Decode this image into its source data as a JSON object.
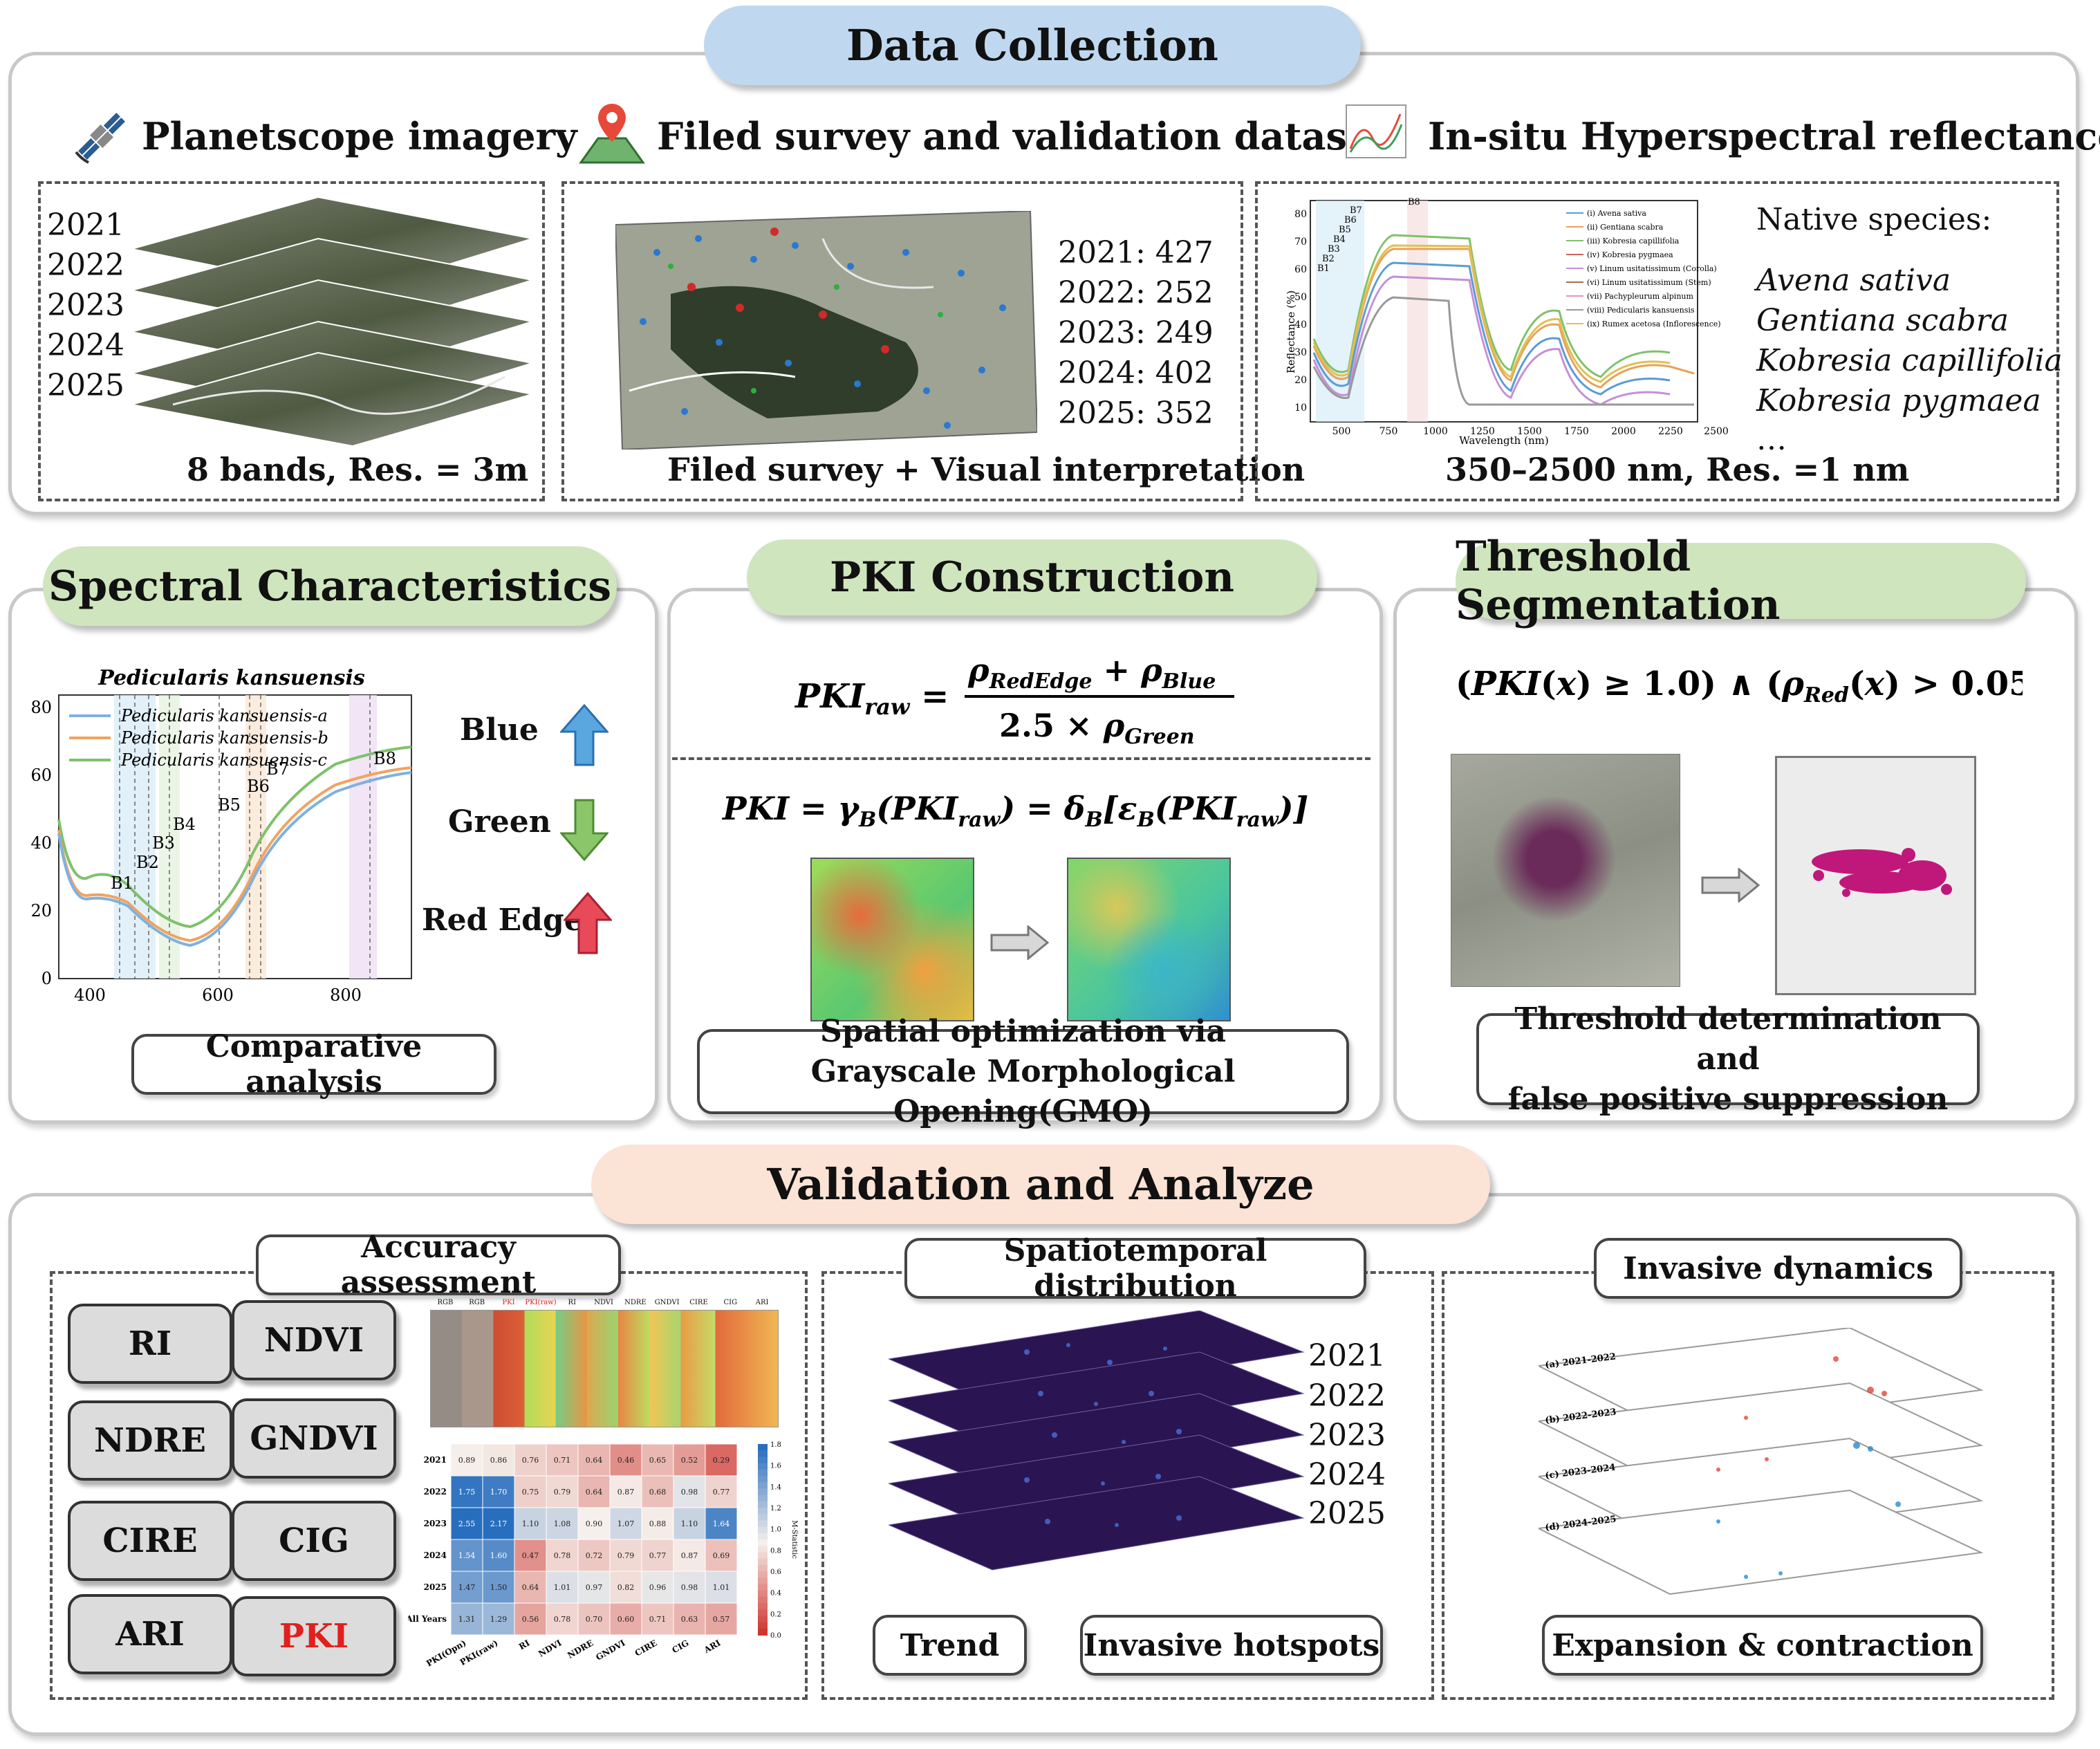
{
  "data_collection": {
    "title": "Data Collection",
    "planetscope": {
      "title": "Planetscope imagery",
      "years": [
        "2021",
        "2022",
        "2023",
        "2024",
        "2025"
      ],
      "caption": "8 bands, Res. = 3m"
    },
    "field": {
      "title": "Filed survey and validation dataset",
      "counts": [
        "2021:  427",
        "2022:  252",
        "2023:  249",
        "2024:  402",
        "2025:  352"
      ],
      "caption": "Filed survey + Visual interpretation"
    },
    "hyper": {
      "title": "In-situ Hyperspectral reflectance",
      "caption": "350–2500 nm, Res. =1 nm",
      "native_label": "Native species:",
      "species": [
        "Avena sativa",
        "Gentiana scabra",
        "Kobresia capillifolia",
        "Kobresia pygmaea",
        "…"
      ],
      "ylabel": "Reflectance (%)",
      "xlabel": "Wavelength (nm)",
      "yticks": [
        "10",
        "20",
        "30",
        "40",
        "50",
        "60",
        "70",
        "80"
      ],
      "xticks": [
        "500",
        "750",
        "1000",
        "1250",
        "1500",
        "1750",
        "2000",
        "2250",
        "2500"
      ],
      "bands": [
        "B1",
        "B2",
        "B3",
        "B4",
        "B5",
        "B6",
        "B7",
        "B8"
      ],
      "legend": [
        "(i) Avena sativa",
        "(ii) Gentiana scabra",
        "(iii) Kobresia capillifolia",
        "(iv) Kobresia pygmaea",
        "(v) Linum usitatissimum (Corolla)",
        "(vi) Linum usitatissimum (Stem)",
        "(vii) Pachypleurum alpinum",
        "(viii) Pedicularis kansuensis",
        "(ix) Rumex acetosa (Inflorescence)"
      ]
    }
  },
  "spectral": {
    "title": "Spectral Characteristics",
    "chart_title": "Pedicularis kansuensis",
    "legend": [
      "Pedicularis kansuensis-a",
      "Pedicularis kansuensis-b",
      "Pedicularis kansuensis-c"
    ],
    "yticks": [
      "0",
      "20",
      "40",
      "60",
      "80"
    ],
    "xticks": [
      "400",
      "600",
      "800"
    ],
    "bands": [
      "B1",
      "B2",
      "B3",
      "B4",
      "B5",
      "B6",
      "B7",
      "B8"
    ],
    "arrows": [
      "Blue",
      "Green",
      "Red Edge"
    ],
    "caption": "Comparative analysis"
  },
  "pki": {
    "title": "PKI Construction",
    "caption_line1": "Spatial optimization via",
    "caption_line2": "Grayscale Morphological Opening(GMO)"
  },
  "threshold": {
    "title": "Threshold Segmentation",
    "caption_line1": "Threshold determination and",
    "caption_line2": "false positive suppression"
  },
  "validation": {
    "title": "Validation and Analyze",
    "accuracy": {
      "title": "Accuracy assessment",
      "indices": [
        "RI",
        "NDVI",
        "NDRE",
        "GNDVI",
        "CIRE",
        "CIG",
        "ARI",
        "PKI"
      ],
      "thumb_cols": [
        "RGB",
        "RGB",
        "PKI",
        "PKI(raw)",
        "RI",
        "NDVI",
        "NDRE",
        "GNDVI",
        "CIRE",
        "CIG",
        "ARI"
      ],
      "heat_rows": [
        "2021",
        "2022",
        "2023",
        "2024",
        "2025",
        "All Years"
      ],
      "heat_cols": [
        "PKI(Opn)",
        "PKI(raw)",
        "RI",
        "NDVI",
        "NDRE",
        "GNDVI",
        "CIRE",
        "CIG",
        "ARI"
      ],
      "heat_values": [
        [
          "0.89",
          "0.86",
          "0.76",
          "0.71",
          "0.64",
          "0.46",
          "0.65",
          "0.52",
          "0.29"
        ],
        [
          "1.75",
          "1.70",
          "0.75",
          "0.79",
          "0.64",
          "0.87",
          "0.68",
          "0.98",
          "0.77"
        ],
        [
          "2.55",
          "2.17",
          "1.10",
          "1.08",
          "0.90",
          "1.07",
          "0.88",
          "1.10",
          "1.64"
        ],
        [
          "1.54",
          "1.60",
          "0.47",
          "0.78",
          "0.72",
          "0.79",
          "0.77",
          "0.87",
          "0.69"
        ],
        [
          "1.47",
          "1.50",
          "0.64",
          "1.01",
          "0.97",
          "0.82",
          "0.96",
          "0.98",
          "1.01"
        ],
        [
          "1.31",
          "1.29",
          "0.56",
          "0.78",
          "0.70",
          "0.60",
          "0.71",
          "0.63",
          "0.57"
        ]
      ],
      "scale_ticks": [
        "1.8",
        "1.6",
        "1.4",
        "1.2",
        "1.0",
        "0.8",
        "0.6",
        "0.4",
        "0.2",
        "0.0"
      ],
      "scale_label": "M-Statistic"
    },
    "spatio": {
      "title": "Spatiotemporal distribution",
      "years": [
        "2021",
        "2022",
        "2023",
        "2024",
        "2025"
      ],
      "btn1": "Trend",
      "btn2": "Invasive hotspots"
    },
    "dynamics": {
      "title": "Invasive dynamics",
      "labels": [
        "(a) 2021-2022",
        "(b) 2022-2023",
        "(c) 2023-2024",
        "(d) 2024-2025"
      ],
      "caption": "Expansion & contraction"
    }
  }
}
